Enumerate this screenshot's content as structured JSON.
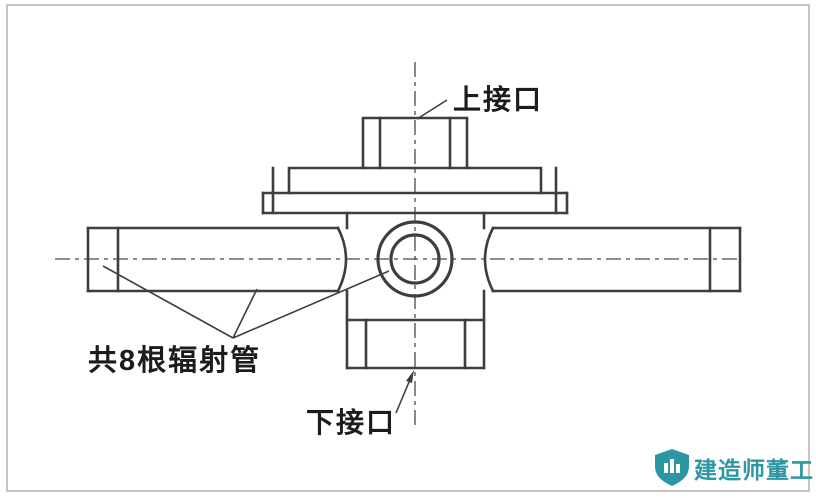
{
  "diagram": {
    "labels": {
      "upper_port": "上接口",
      "lower_port": "下接口",
      "radiant_tubes": "共8根辐射管"
    },
    "watermark": {
      "icon": "shield-icon",
      "text": "建造师董工"
    },
    "colors": {
      "line": "#3e3e3e",
      "centerline": "#4a4a4a",
      "border": "#c6c6c6",
      "watermark": "#2d96a3",
      "background": "#ffffff"
    }
  }
}
